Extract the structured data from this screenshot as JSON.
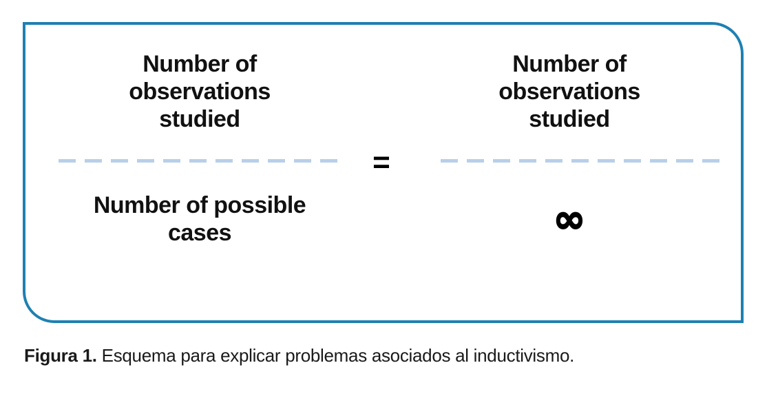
{
  "colors": {
    "box_border": "#1e80b2",
    "dash_line": "#b8cfe9",
    "text": "#111111"
  },
  "diagram": {
    "left_fraction": {
      "numerator": "Number of\nobservations\nstudied",
      "denominator": "Number of possible\ncases"
    },
    "equals_sign": "=",
    "right_fraction": {
      "numerator": "Number of\nobservations\nstudied",
      "denominator": "∞"
    }
  },
  "caption": {
    "label": "Figura 1.",
    "text": "Esquema para explicar problemas asociados al inductivismo."
  }
}
